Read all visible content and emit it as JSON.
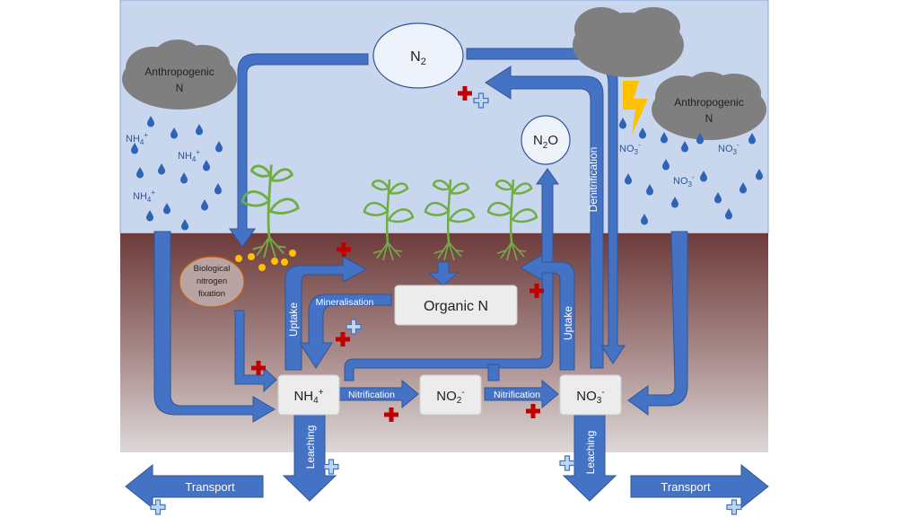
{
  "clouds": {
    "left": {
      "line1": "Anthropogenic",
      "line2": "N"
    },
    "right": {
      "line1": "Anthropogenic",
      "line2": "N"
    }
  },
  "rain_labels": {
    "nh4": "NH",
    "nh4_sup": "4",
    "nh4_charge": "+",
    "no3": "NO",
    "no3_sub": "3",
    "no3_charge": "-"
  },
  "nodes": {
    "n2": {
      "main": "N",
      "sub": "2"
    },
    "n2o": {
      "main": "N",
      "sub": "2",
      "tail": "O"
    },
    "organic_n": "Organic N",
    "nh4": {
      "main": "NH",
      "sub": "4",
      "charge": "+"
    },
    "no2": {
      "main": "NO",
      "sub": "2",
      "charge": "-"
    },
    "no3": {
      "main": "NO",
      "sub": "3",
      "charge": "-"
    },
    "biological_fixation": {
      "line1": "Biological",
      "line2": "nitrogen",
      "line3": "fixation"
    }
  },
  "process_labels": {
    "denitrification": "Denitrification",
    "mineralisation": "Mineralisation",
    "uptake_left": "Uptake",
    "uptake_right": "Uptake",
    "nitrification_1": "Nitrification",
    "nitrification_2": "Nitrification",
    "leaching_left": "Leaching",
    "leaching_right": "Leaching",
    "transport_left": "Transport",
    "transport_right": "Transport"
  },
  "colors": {
    "sky": "#c9d7ee",
    "soil_top": "#6b3a3a",
    "soil_bottom": "#d8d3d3",
    "arrow": "#4472c4",
    "arrow_dark": "#2f5597",
    "cloud": "#7f7f7f",
    "plus_red": "#c00000",
    "plus_blue": "#9dc3e6",
    "plant": "#70ad47",
    "nodule": "#ffc000",
    "lightning": "#ffc000"
  }
}
